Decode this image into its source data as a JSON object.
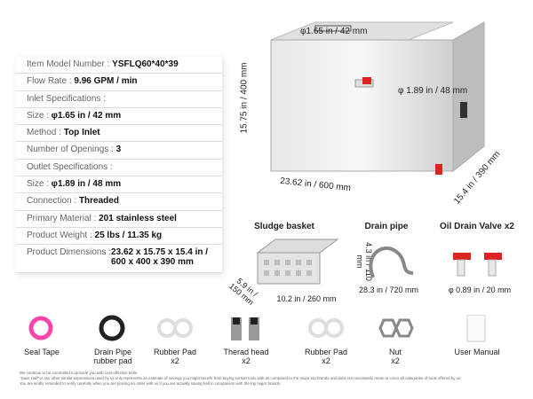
{
  "specs": [
    {
      "k": "Item Model Number : ",
      "v": "YSFLQ60*40*39"
    },
    {
      "k": "Flow Rate : ",
      "v": "9.96 GPM / min"
    },
    {
      "k": "Inlet Specifications :",
      "v": ""
    },
    {
      "k": "Size : ",
      "v": "φ1.65 in / 42 mm"
    },
    {
      "k": "Method : ",
      "v": "Top Inlet"
    },
    {
      "k": "Number of Openings : ",
      "v": "3"
    },
    {
      "k": "Outlet Specifications :",
      "v": ""
    },
    {
      "k": "Size : ",
      "v": "φ1.89 in / 48 mm"
    },
    {
      "k": "Connection : ",
      "v": "Threaded"
    },
    {
      "k": "Primary Material : ",
      "v": "201 stainless steel"
    },
    {
      "k": "Product Weight : ",
      "v": "25 lbs / 11.35 kg"
    },
    {
      "k": "Product Dimensions : ",
      "v": "23.62 x 15.75 x 15.4 in / 600 x 400 x 390 mm"
    }
  ],
  "tank": {
    "inlet": "φ1.65 in / 42 mm",
    "outlet": "φ 1.89 in / 48 mm",
    "height": "15.75 in / 400 mm",
    "width": "23.62 in / 600 mm",
    "depth": "15.4 in / 390 mm"
  },
  "accessories": {
    "basket": {
      "title": "Sludge basket",
      "h": "4.3 in / 110 mm",
      "d": "5.9 in / 150 mm",
      "w": "10.2 in / 260 mm"
    },
    "pipe": {
      "title": "Drain pipe",
      "size": "28.3 in / 720 mm"
    },
    "valve": {
      "title": "Oil Drain Valve x2",
      "size": "φ 0.89 in / 20 mm"
    }
  },
  "parts": [
    {
      "name": "Seal Tape",
      "qty": ""
    },
    {
      "name": "Drain Pipe",
      "qty": "rubber pad"
    },
    {
      "name": "Rubber Pad",
      "qty": "x2"
    },
    {
      "name": "Therad head",
      "qty": "x2"
    },
    {
      "name": "Rubber Pad",
      "qty": "x2"
    },
    {
      "name": "Nut",
      "qty": "x2"
    },
    {
      "name": "User Manual",
      "qty": ""
    }
  ],
  "footer": [
    "We continue to be committed to provide you with cost-effective tools.",
    "\"Save Half\"or any other similar expressions used by us only represents an estimate of savings you might benefit from buying certain tools with us compared to the major top brands and does not necessarily mean to cover all categories of tools offered by us.",
    "You are kindly reminded to verify carefully when you are placing an order with us if you are actually saving half in comparison with the top major brands."
  ]
}
